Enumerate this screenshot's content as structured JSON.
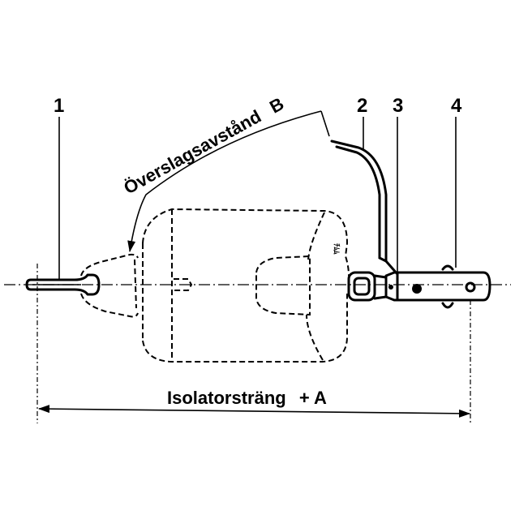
{
  "diagram": {
    "part_numbers": [
      "1",
      "2",
      "3",
      "4"
    ],
    "arc_label": "Överslagsavstånd",
    "arc_letter": "B",
    "span_label": "Isolatorsträng",
    "span_suffix": "+ A",
    "small_marking": "ﾁﾑﾑ"
  }
}
